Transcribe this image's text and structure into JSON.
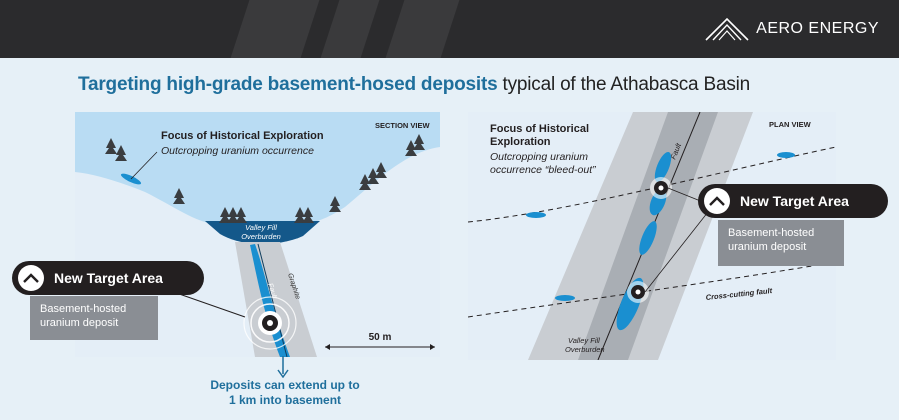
{
  "logo": {
    "text": "AERO ENERGY"
  },
  "headline": {
    "bold": "Targeting high-grade basement-hosed deposits",
    "rest": " typical of the Athabasca Basin"
  },
  "section": {
    "view_label": "SECTION VIEW",
    "focus_title": "Focus of Historical Exploration",
    "focus_sub": "Outcropping uranium occurrence",
    "valley_fill_1": "Valley Fill",
    "valley_fill_2": "Overburden",
    "fault": "Fault",
    "graphite": "Graphite",
    "scale": "50 m",
    "target_title": "New Target Area",
    "target_desc_1": "Basement-hosted",
    "target_desc_2": "uranium deposit",
    "note_1": "Deposits can extend up to",
    "note_2": "1 km into basement"
  },
  "plan": {
    "view_label": "PLAN VIEW",
    "focus_title_1": "Focus of Historical",
    "focus_title_2": "Exploration",
    "focus_sub_1": "Outcropping uranium",
    "focus_sub_2": "occurrence “bleed-out”",
    "fault": "Fault",
    "cross_fault": "Cross-cutting fault",
    "valley_fill_1": "Valley Fill",
    "valley_fill_2": "Overburden",
    "target_title": "New Target Area",
    "target_desc_1": "Basement-hosted",
    "target_desc_2": "uranium deposit"
  },
  "colors": {
    "dark": "#231f20",
    "blue": "#1f6f9c",
    "accent": "#1a8fd0",
    "sky": "#b9dcf3",
    "grey": "#8a8e94"
  }
}
